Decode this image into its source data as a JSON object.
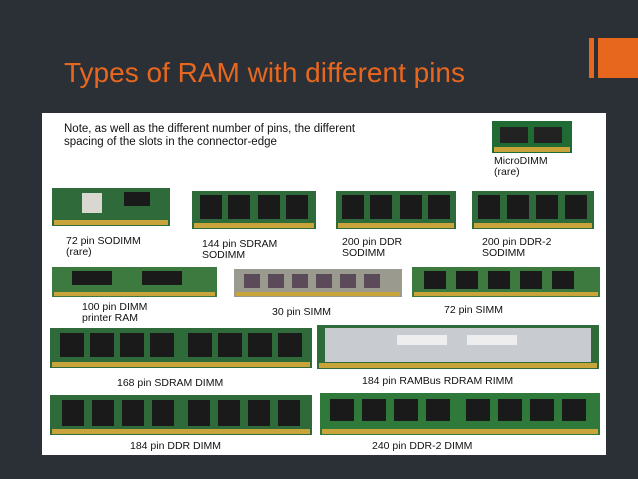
{
  "slide": {
    "title": "Types of RAM with different pins",
    "accent_color": "#e8671e",
    "background_color": "#2b2f36"
  },
  "figure": {
    "note_line1": "Note, as well as the different number of pins, the different",
    "note_line2": "spacing of the slots  in the connector-edge",
    "modules": [
      {
        "id": "microdimm",
        "line1": "MicroDIMM",
        "line2": "(rare)"
      },
      {
        "id": "sodimm72",
        "line1": "72 pin SODIMM",
        "line2": "(rare)"
      },
      {
        "id": "sdram144",
        "line1": "144 pin SDRAM",
        "line2": "SODIMM"
      },
      {
        "id": "ddr200",
        "line1": "200 pin DDR",
        "line2": "SODIMM"
      },
      {
        "id": "ddr2_200",
        "line1": "200 pin DDR-2",
        "line2": "SODIMM"
      },
      {
        "id": "dimm100",
        "line1": "100 pin DIMM",
        "line2": "printer RAM"
      },
      {
        "id": "simm30",
        "line1": "30 pin SIMM",
        "line2": ""
      },
      {
        "id": "simm72",
        "line1": "72 pin SIMM",
        "line2": ""
      },
      {
        "id": "sdram168",
        "line1": "168 pin SDRAM DIMM",
        "line2": ""
      },
      {
        "id": "rdram184",
        "line1": "184 pin RAMBus RDRAM RIMM",
        "line2": ""
      },
      {
        "id": "ddr184",
        "line1": "184 pin DDR DIMM",
        "line2": ""
      },
      {
        "id": "ddr2_240",
        "line1": "240 pin DDR-2 DIMM",
        "line2": ""
      }
    ]
  }
}
